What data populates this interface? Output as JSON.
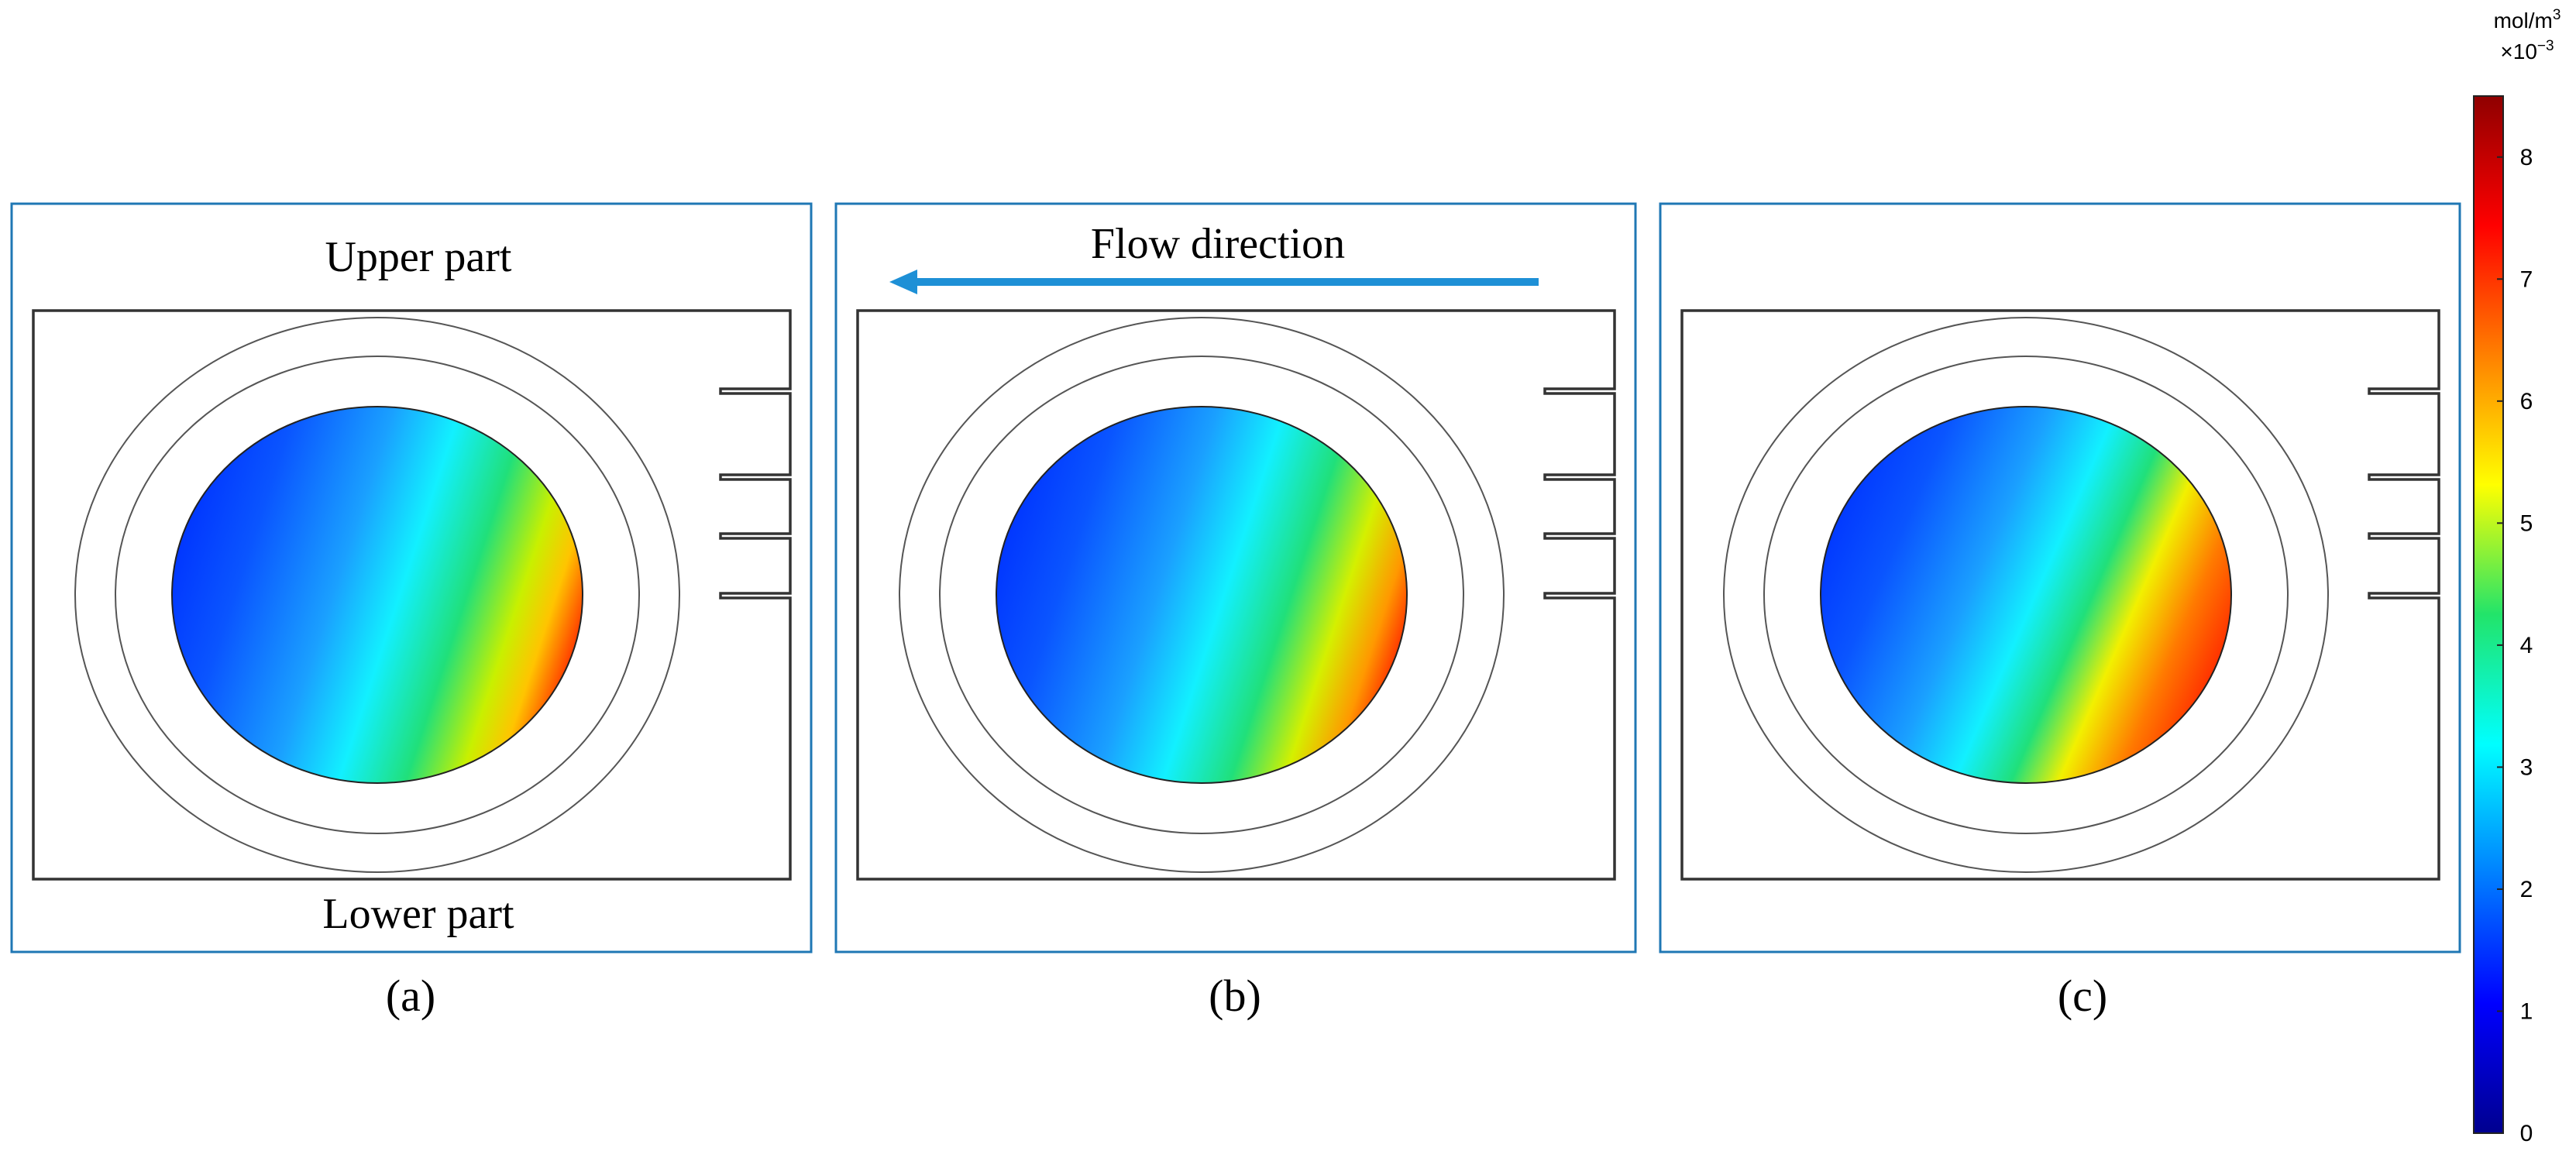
{
  "colors": {
    "panel_border": "#1f77b4",
    "arrow": "#1e90d6",
    "outline": "#333333",
    "ring": "#555555",
    "background": "#ffffff"
  },
  "panels": [
    {
      "id": "a",
      "caption": "(a)",
      "top_label": "Upper part",
      "bottom_label": "Lower part",
      "field": "gradient-a"
    },
    {
      "id": "b",
      "caption": "(b)",
      "top_label": "Flow direction",
      "bottom_label": "",
      "field": "gradient-b"
    },
    {
      "id": "c",
      "caption": "(c)",
      "top_label": "",
      "bottom_label": "",
      "field": "gradient-c"
    }
  ],
  "colorbar": {
    "unit_main": "mol/m",
    "unit_superscript": "3",
    "scale_prefix": "×10",
    "scale_exponent": "−3",
    "ticks": [
      "0",
      "1",
      "2",
      "3",
      "4",
      "5",
      "6",
      "7",
      "8"
    ],
    "min": 0,
    "max": 8.5,
    "colormap": [
      "#00008f",
      "#0000ff",
      "#0080ff",
      "#00ffff",
      "#22e46a",
      "#ffff00",
      "#ff8000",
      "#ff0000",
      "#8f0000"
    ]
  }
}
